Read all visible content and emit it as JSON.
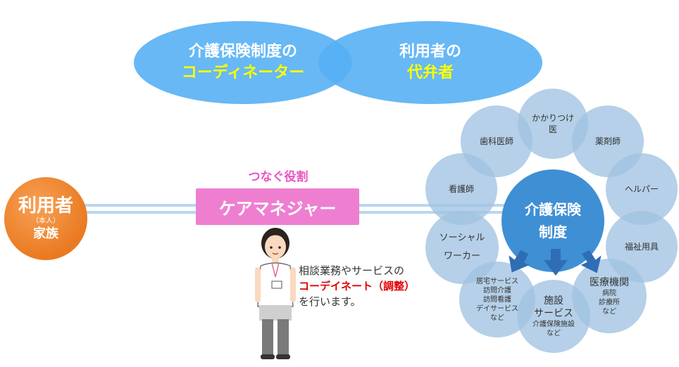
{
  "top": {
    "coordinator_line1": "介護保険制度の",
    "coordinator_line2": "コーディネーター",
    "advocate_line1": "利用者の",
    "advocate_line2": "代弁者"
  },
  "user": {
    "main": "利用者",
    "sub": "（本人）",
    "family": "家族"
  },
  "caremanager": {
    "role": "つなぐ役割",
    "label": "ケアマネジャー"
  },
  "description": {
    "line1": "相談業務やサービスの",
    "line2": "コーデイネート（調整）",
    "line3": "を行います。"
  },
  "center": {
    "line1": "介護保険",
    "line2": "制度"
  },
  "satellites": {
    "family_doctor_1": "かかりつけ",
    "family_doctor_2": "医",
    "pharmacist": "薬剤師",
    "helper": "ヘルパー",
    "welfare_equipment": "福祉用具",
    "medical_title": "医療機関",
    "medical_1": "病院",
    "medical_2": "診療所",
    "medical_3": "など",
    "facility_1": "施設",
    "facility_2": "サービス",
    "facility_3": "介護保険施設",
    "facility_4": "など",
    "home_1": "居宅サービス",
    "home_2": "訪問介護",
    "home_3": "訪問看護",
    "home_4": "デイサービス",
    "home_5": "など",
    "social_worker_1": "ソーシャル",
    "social_worker_2": "ワーカー",
    "nurse": "看護師",
    "dentist": "歯科医師"
  },
  "colors": {
    "ellipse": "#56b0f4",
    "yellow_text": "#ffff00",
    "user_orange": "#ea7a22",
    "caremanager_pink": "#ee7fd0",
    "center_blue": "#3f8fd4",
    "satellite": "#a0c3e1",
    "emphasis_red": "#e00000"
  },
  "icons": {
    "person": "caremanager-person-illustration",
    "arrows": "down-arrow-icon"
  }
}
